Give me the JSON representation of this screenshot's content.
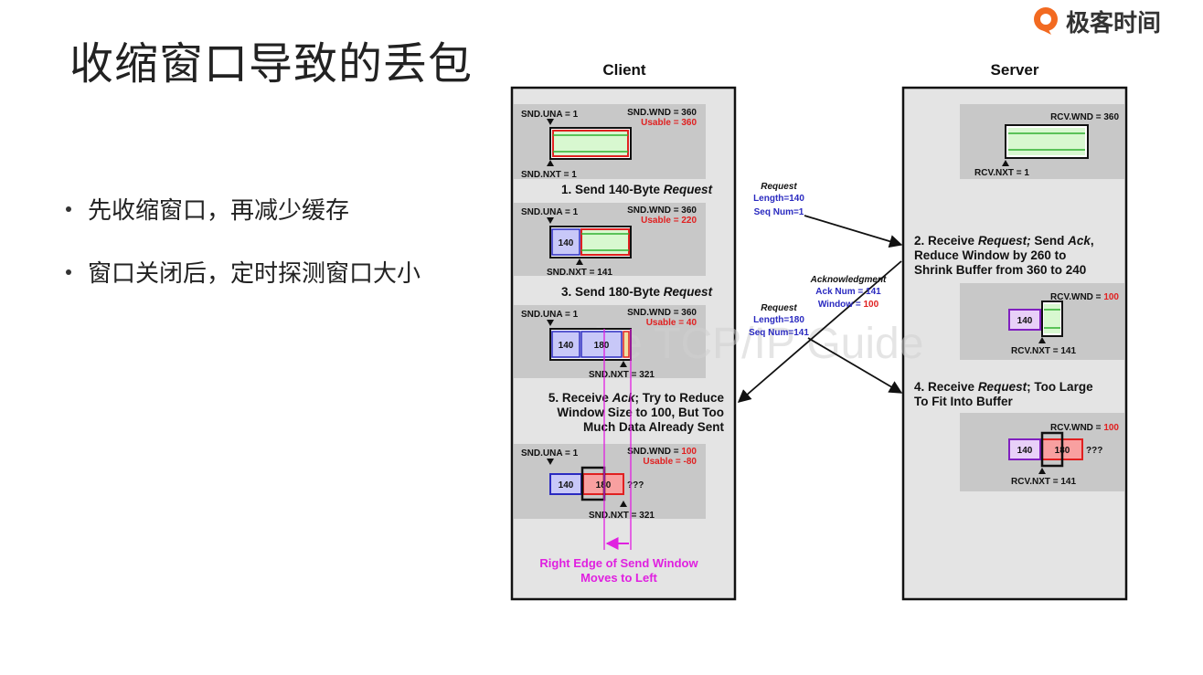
{
  "page": {
    "title": "收缩窗口导致的丢包",
    "bullets": [
      "先收缩窗口，再减少缓存",
      "窗口关闭后，定时探测窗口大小"
    ]
  },
  "logo": {
    "text": "极客时间"
  },
  "diagram": {
    "watermark": "The TCP/IP Guide",
    "client_header": "Client",
    "server_header": "Server",
    "client": {
      "p1": {
        "una": "SND.UNA = 1",
        "wnd": "SND.WND = 360",
        "usable": "Usable = 360",
        "nxt": "SND.NXT = 1"
      },
      "step1": {
        "pre": "1. Send 140-Byte ",
        "em": "Request"
      },
      "p2": {
        "una": "SND.UNA = 1",
        "wnd": "SND.WND = 360",
        "usable": "Usable = 220",
        "nxt": "SND.NXT = 141",
        "seg1": "140"
      },
      "step3": {
        "pre": "3. Send 180-Byte ",
        "em": "Request"
      },
      "p3": {
        "una": "SND.UNA = 1",
        "wnd": "SND.WND = 360",
        "usable": "Usable = 40",
        "nxt": "SND.NXT = 321",
        "seg1": "140",
        "seg2": "180"
      },
      "step5": {
        "line1_pre": "5. Receive ",
        "line1_em": "Ack",
        "line1_post": "; Try to Reduce",
        "line2": "Window Size to 100, But Too",
        "line3": "Much Data Already Sent"
      },
      "p5": {
        "una": "SND.UNA = 1",
        "wnd_label": "SND.WND = ",
        "wnd_val": "100",
        "usable": "Usable = -80",
        "nxt": "SND.NXT = 321",
        "seg1": "140",
        "seg2": "180",
        "q": "???"
      },
      "caption": {
        "line1": "Right Edge of Send Window",
        "line2": "Moves to Left"
      }
    },
    "server": {
      "p1": {
        "wnd": "RCV.WND = 360",
        "nxt": "RCV.NXT = 1"
      },
      "step2": {
        "line1_pre": "2. Receive ",
        "line1_em": "Request;",
        "line1_mid": " Send ",
        "line1_em2": "Ack",
        "line1_post": ",",
        "line2": "Reduce Window by 260 to",
        "line3": "Shrink Buffer from 360 to 240"
      },
      "p2": {
        "wnd_label": "RCV.WND = ",
        "wnd_val": "100",
        "nxt": "RCV.NXT = 141",
        "seg1": "140"
      },
      "step4": {
        "line1_pre": "4. Receive ",
        "line1_em": "Request",
        "line1_post": "; Too Large",
        "line2": "To Fit Into Buffer"
      },
      "p4": {
        "wnd_label": "RCV.WND = ",
        "wnd_val": "100",
        "nxt": "RCV.NXT = 141",
        "seg1": "140",
        "seg2": "180",
        "q": "???"
      }
    },
    "msg1": {
      "title": "Request",
      "line2": "Length=140",
      "line3": "Seq Num=1"
    },
    "msg2": {
      "title": "Acknowledgment",
      "line2": "Ack Num = 141",
      "line3_label": "Window = ",
      "line3_val": "100"
    },
    "msg3": {
      "title": "Request",
      "line2": "Length=180",
      "line3": "Seq Num=141"
    }
  }
}
